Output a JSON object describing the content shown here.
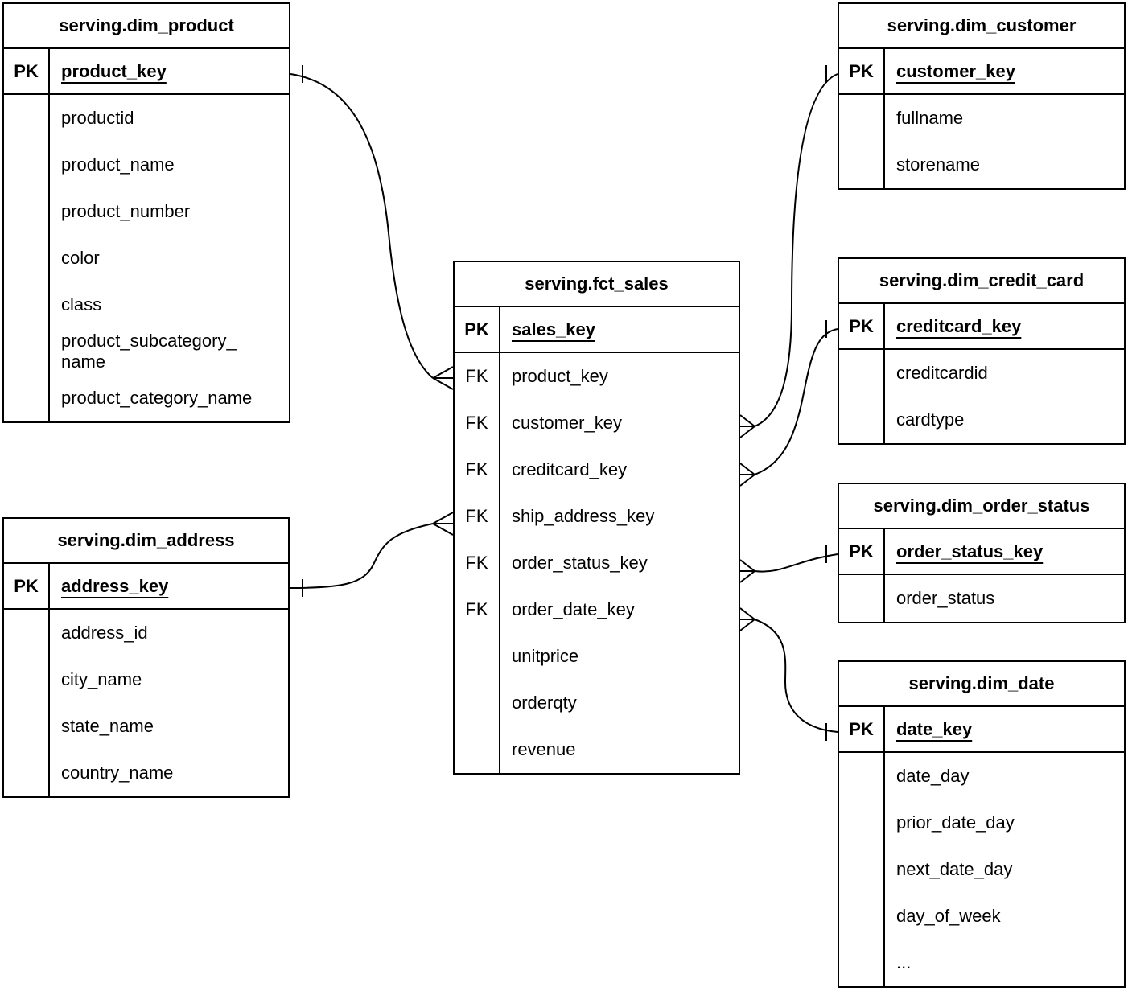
{
  "diagram": {
    "background_color": "#ffffff",
    "line_color": "#000000",
    "text_color": "#000000",
    "tables": [
      {
        "id": "dim_product",
        "title": "serving.dim_product",
        "key_badge": "PK",
        "key_field": "product_key",
        "fields": [
          {
            "badge": "",
            "name": "productid"
          },
          {
            "badge": "",
            "name": "product_name"
          },
          {
            "badge": "",
            "name": "product_number"
          },
          {
            "badge": "",
            "name": "color"
          },
          {
            "badge": "",
            "name": "class"
          },
          {
            "badge": "",
            "name": "product_subcategory_\nname"
          },
          {
            "badge": "",
            "name": "product_category_name"
          }
        ]
      },
      {
        "id": "dim_customer",
        "title": "serving.dim_customer",
        "key_badge": "PK",
        "key_field": "customer_key",
        "fields": [
          {
            "badge": "",
            "name": "fullname"
          },
          {
            "badge": "",
            "name": "storename"
          }
        ]
      },
      {
        "id": "fct_sales",
        "title": "serving.fct_sales",
        "key_badge": "PK",
        "key_field": "sales_key",
        "fields": [
          {
            "badge": "FK",
            "name": "product_key"
          },
          {
            "badge": "FK",
            "name": "customer_key"
          },
          {
            "badge": "FK",
            "name": "creditcard_key"
          },
          {
            "badge": "FK",
            "name": "ship_address_key"
          },
          {
            "badge": "FK",
            "name": "order_status_key"
          },
          {
            "badge": "FK",
            "name": "order_date_key"
          },
          {
            "badge": "",
            "name": "unitprice"
          },
          {
            "badge": "",
            "name": "orderqty"
          },
          {
            "badge": "",
            "name": "revenue"
          }
        ]
      },
      {
        "id": "dim_credit_card",
        "title": "serving.dim_credit_card",
        "key_badge": "PK",
        "key_field": "creditcard_key",
        "fields": [
          {
            "badge": "",
            "name": "creditcardid"
          },
          {
            "badge": "",
            "name": "cardtype"
          }
        ]
      },
      {
        "id": "dim_order_status",
        "title": "serving.dim_order_status",
        "key_badge": "PK",
        "key_field": "order_status_key",
        "fields": [
          {
            "badge": "",
            "name": "order_status"
          }
        ]
      },
      {
        "id": "dim_date",
        "title": "serving.dim_date",
        "key_badge": "PK",
        "key_field": "date_key",
        "fields": [
          {
            "badge": "",
            "name": "date_day"
          },
          {
            "badge": "",
            "name": "prior_date_day"
          },
          {
            "badge": "",
            "name": "next_date_day"
          },
          {
            "badge": "",
            "name": "day_of_week"
          },
          {
            "badge": "",
            "name": "..."
          }
        ]
      },
      {
        "id": "dim_address",
        "title": "serving.dim_address",
        "key_badge": "PK",
        "key_field": "address_key",
        "fields": [
          {
            "badge": "",
            "name": "address_id"
          },
          {
            "badge": "",
            "name": "city_name"
          },
          {
            "badge": "",
            "name": "state_name"
          },
          {
            "badge": "",
            "name": "country_name"
          }
        ]
      }
    ],
    "connections": [
      {
        "id": "product-sales",
        "one_table": "serving.dim_product",
        "one_field": "product_key",
        "many_table": "serving.fct_sales",
        "many_field": "product_key"
      },
      {
        "id": "address-sales",
        "one_table": "serving.dim_address",
        "one_field": "address_key",
        "many_table": "serving.fct_sales",
        "many_field": "ship_address_key"
      },
      {
        "id": "customer-sales",
        "one_table": "serving.dim_customer",
        "one_field": "customer_key",
        "many_table": "serving.fct_sales",
        "many_field": "customer_key"
      },
      {
        "id": "creditcard-sales",
        "one_table": "serving.dim_credit_card",
        "one_field": "creditcard_key",
        "many_table": "serving.fct_sales",
        "many_field": "creditcard_key"
      },
      {
        "id": "status-sales",
        "one_table": "serving.dim_order_status",
        "one_field": "order_status_key",
        "many_table": "serving.fct_sales",
        "many_field": "order_status_key"
      },
      {
        "id": "date-sales",
        "one_table": "serving.dim_date",
        "one_field": "date_key",
        "many_table": "serving.fct_sales",
        "many_field": "order_date_key"
      }
    ]
  }
}
